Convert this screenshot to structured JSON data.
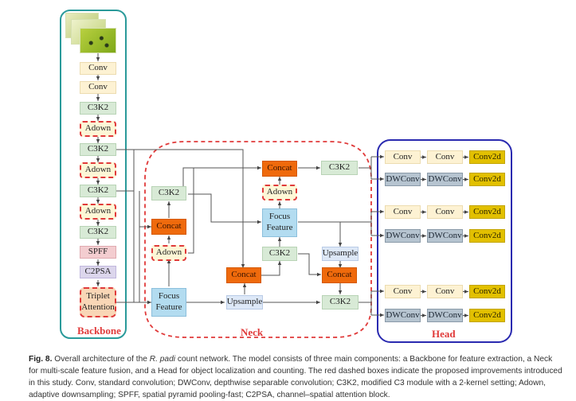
{
  "figure": {
    "panels": {
      "backbone": "Backbone",
      "neck": "Neck",
      "head": "Head"
    },
    "backbone_blocks": [
      {
        "label": "Conv",
        "type": "conv"
      },
      {
        "label": "Conv",
        "type": "conv"
      },
      {
        "label": "C3K2",
        "type": "c3k2"
      },
      {
        "label": "Adown",
        "type": "adown"
      },
      {
        "label": "C3K2",
        "type": "c3k2"
      },
      {
        "label": "Adown",
        "type": "adown"
      },
      {
        "label": "C3K2",
        "type": "c3k2"
      },
      {
        "label": "Adown",
        "type": "adown"
      },
      {
        "label": "C3K2",
        "type": "c3k2"
      },
      {
        "label": "SPFF",
        "type": "spff"
      },
      {
        "label": "C2PSA",
        "type": "c2psa"
      },
      {
        "label": "Triplet Attention",
        "type": "triplet"
      }
    ],
    "neck_blocks": {
      "focus_left": "Focus Feature",
      "adown_left": "Adown",
      "concat_left": "Concat",
      "c3k2_left": "C3K2",
      "upsample_bottom": "Upsample",
      "concat_mid": "Concat",
      "c3k2_mid": "C3K2",
      "focus_mid": "Focus Feature",
      "adown_mid": "Adown",
      "concat_top": "Concat",
      "c3k2_top": "C3K2",
      "upsample_right": "Upsample",
      "concat_right": "Concat",
      "c3k2_bottom": "C3K2"
    },
    "head_rows": [
      [
        "Conv",
        "Conv",
        "Conv2d"
      ],
      [
        "DWConv",
        "DWConv",
        "Conv2d"
      ],
      [
        "Conv",
        "Conv",
        "Conv2d"
      ],
      [
        "DWConv",
        "DWConv",
        "Conv2d"
      ],
      [
        "Conv",
        "Conv",
        "Conv2d"
      ],
      [
        "DWConv",
        "DWConv",
        "Conv2d"
      ]
    ],
    "colors": {
      "backbone_border": "#2a9a9a",
      "neck_border": "#e03a3a",
      "head_border": "#2a2ab0",
      "label_red": "#e03a3a"
    }
  },
  "caption": {
    "fig_label": "Fig. 8.",
    "text_1": " Overall architecture of the ",
    "species": "R. padi",
    "text_2": " count network. The model consists of three main components: a Backbone for feature extraction, a Neck for multi-scale feature fusion, and a Head for object localization and counting. The red dashed boxes indicate the proposed improvements introduced in this study. Conv, standard convolution; DWConv, depthwise separable convolution; C3K2, modified C3 module with a 2-kernel setting; Adown, adaptive downsampling; SPFF, spatial pyramid pooling-fast; C2PSA, channel–spatial attention block."
  }
}
